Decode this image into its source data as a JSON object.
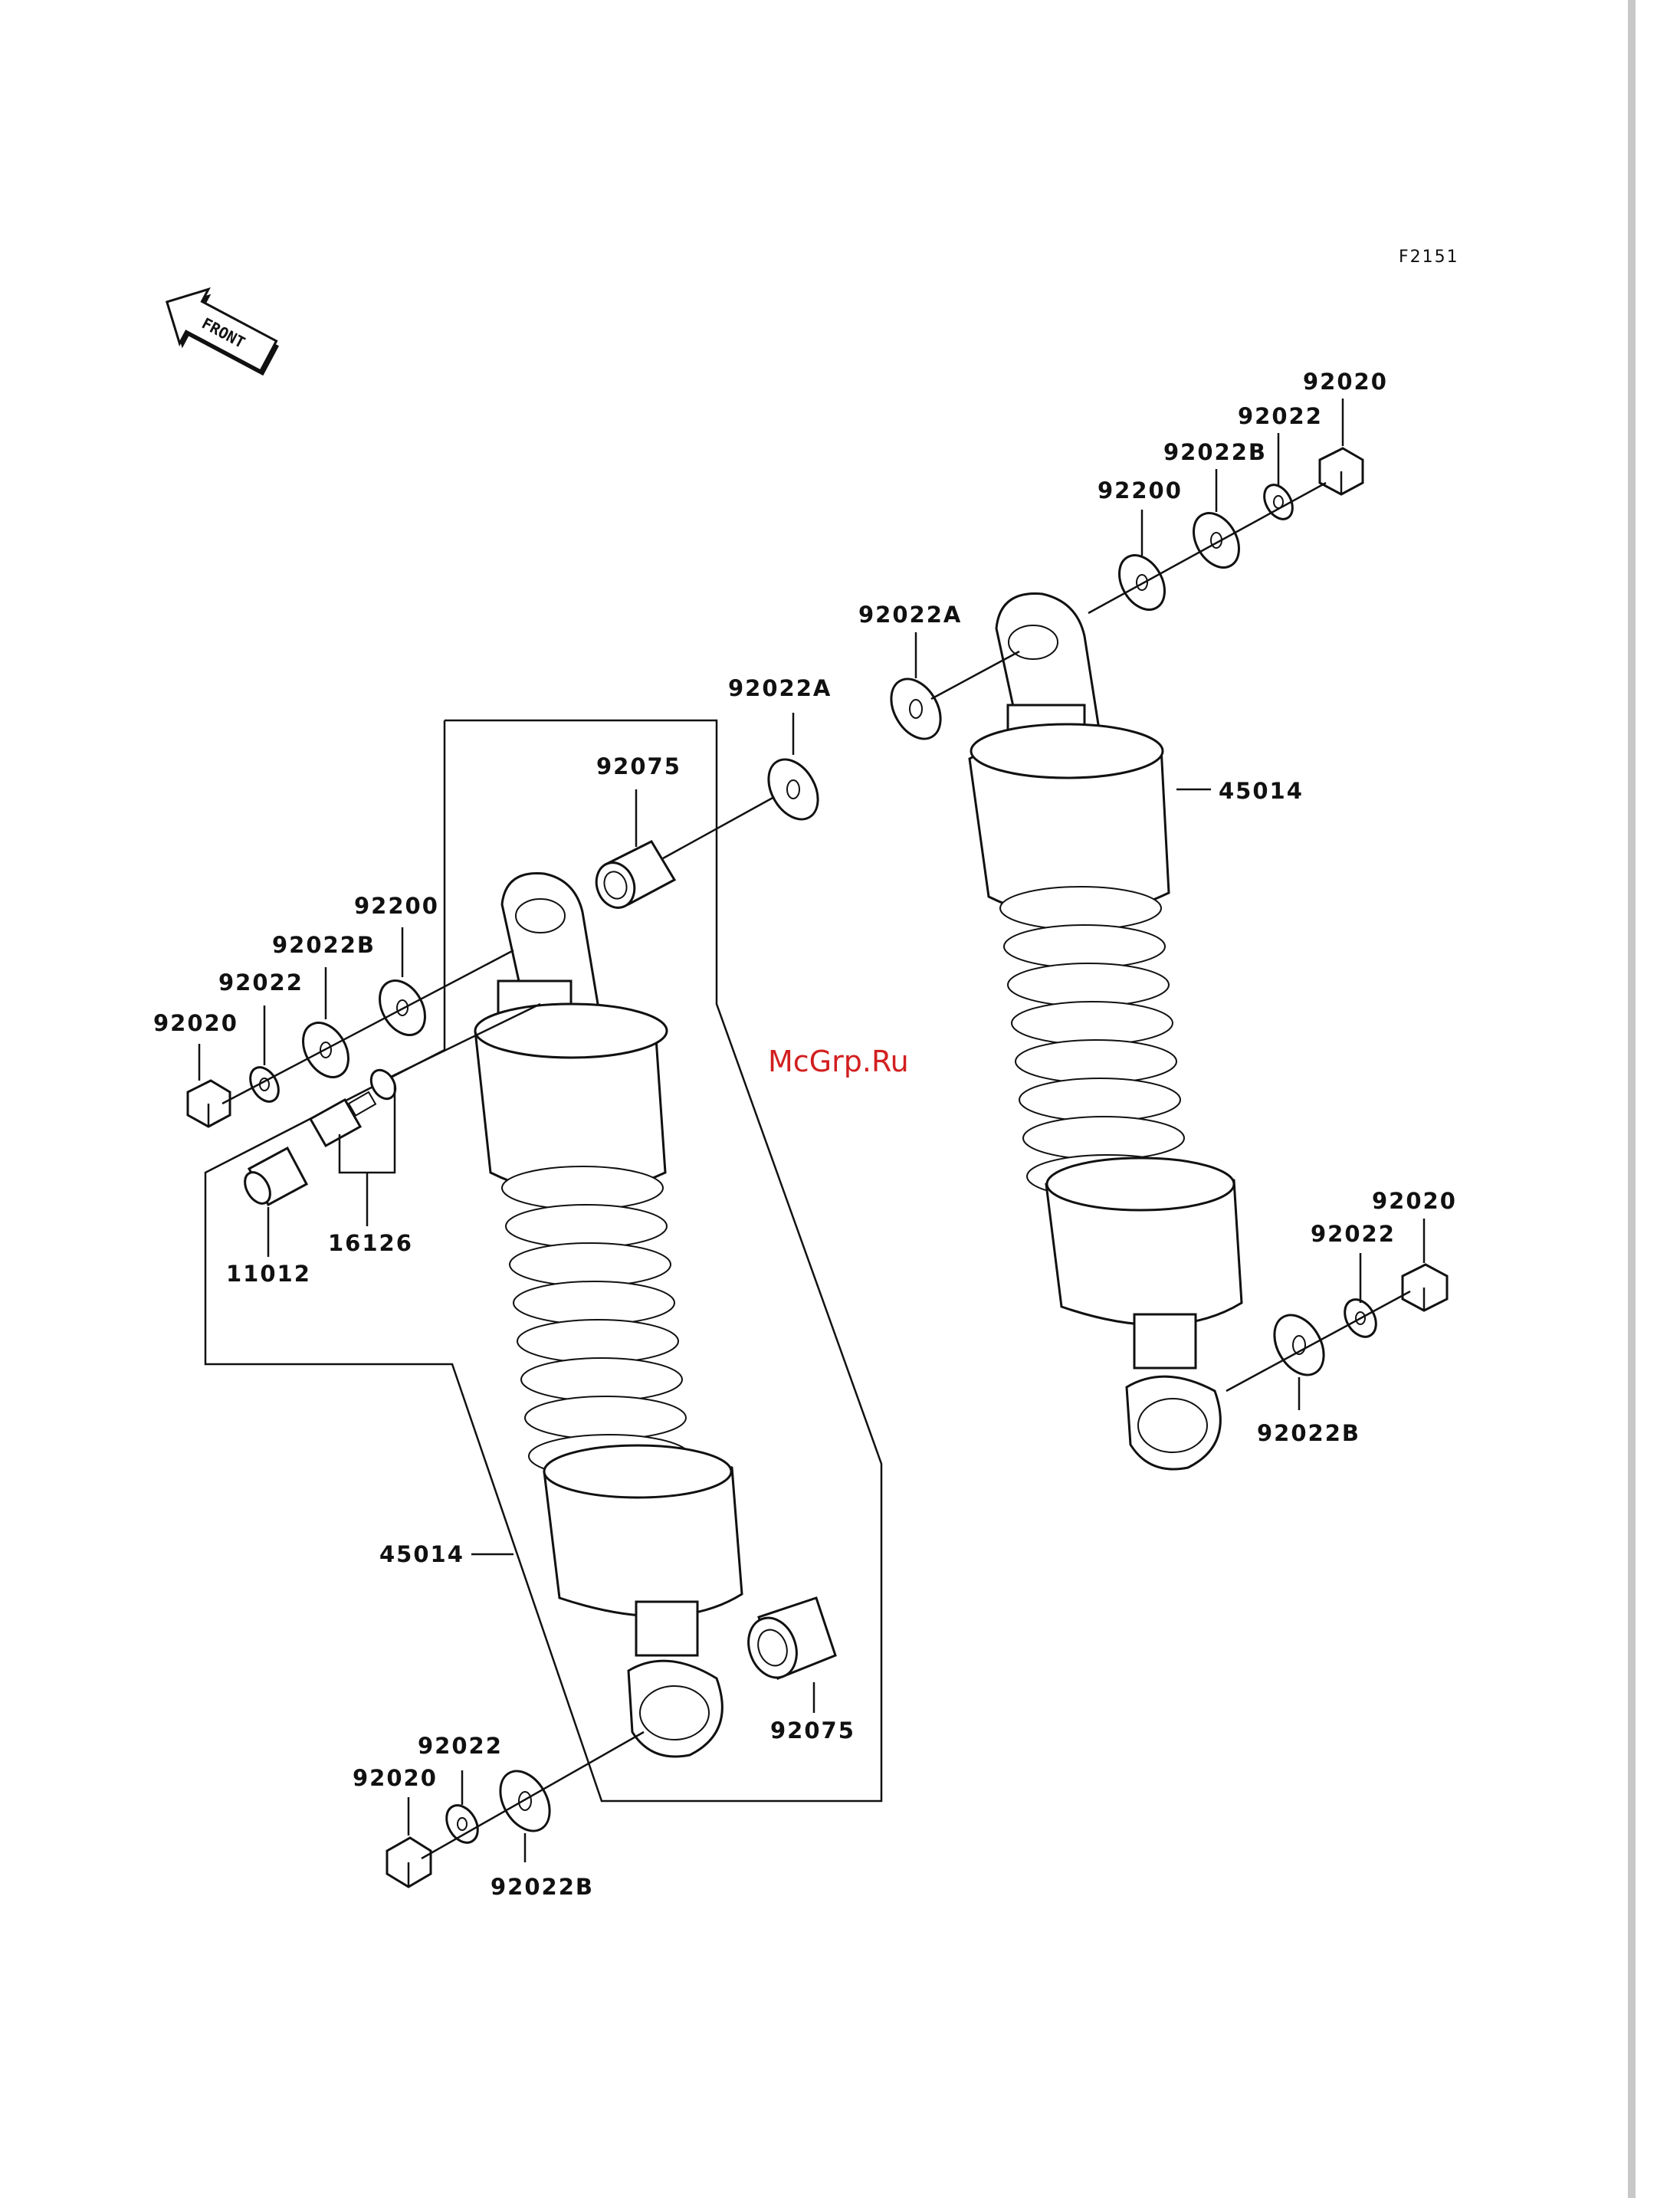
{
  "figure_code": "F2151",
  "front_label": "FRONT",
  "watermark": "McGrp.Ru",
  "left_assembly": {
    "top_collar_washer": "92022A",
    "top_bushing": "92075",
    "washer_92200": "92200",
    "washer_b": "92022B",
    "washer": "92022",
    "nut": "92020",
    "cap": "11012",
    "valve": "16126",
    "shock_absorber": "45014",
    "bottom_bushing": "92075",
    "bottom_washer": "92022",
    "bottom_nut": "92020",
    "bottom_washer_b": "92022B"
  },
  "right_assembly": {
    "top_nut": "92020",
    "top_washer": "92022",
    "top_washer_b": "92022B",
    "top_washer_92200": "92200",
    "collar_washer": "92022A",
    "shock_absorber": "45014",
    "bottom_nut": "92020",
    "bottom_washer": "92022",
    "bottom_washer_b": "92022B"
  }
}
